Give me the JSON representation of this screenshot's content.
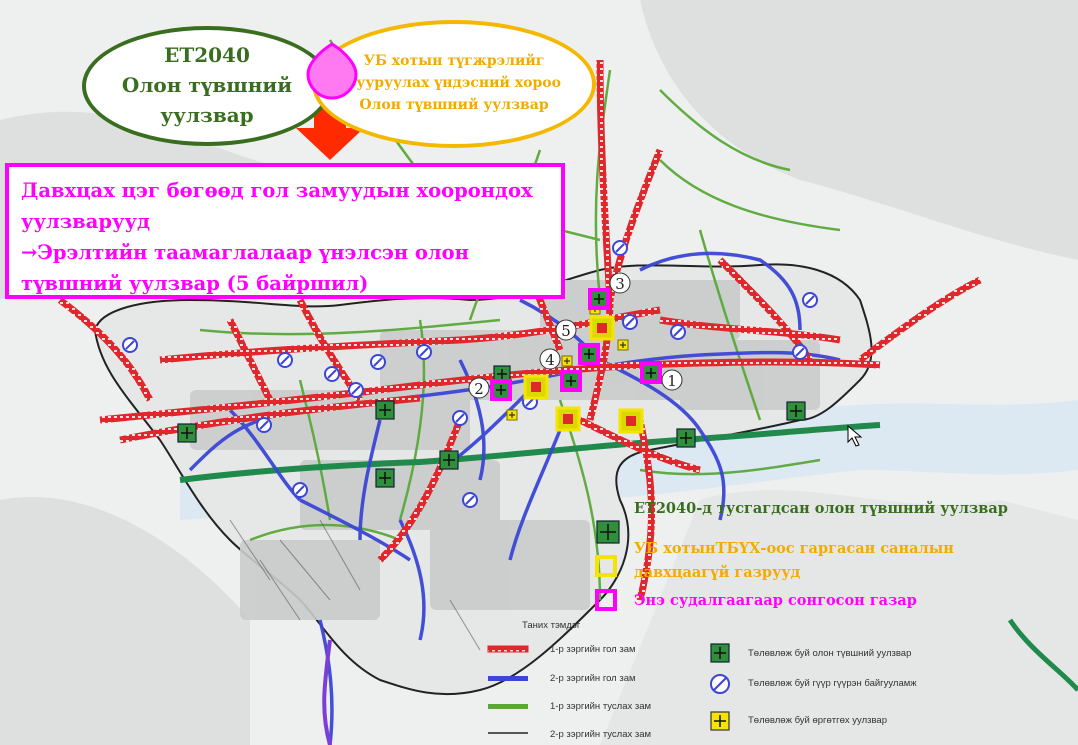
{
  "callout": {
    "et_lines": [
      "ЕТ2040",
      "Олон түвшний",
      "уулзвар"
    ],
    "ub_lines": [
      "УБ хотын түгжрэлийг",
      "бууруулах үндэсний хороо",
      "Олон түвшний уулзвар"
    ]
  },
  "title": {
    "lines": [
      "Давхцах цэг бөгөөд гол замуудын хоорондох",
      "уулзварууд",
      "→Эрэлтийн таамаглалаар үнэлсэн олон",
      "түвшний уулзвар  (5 байршил)"
    ]
  },
  "markers": [
    "1",
    "2",
    "3",
    "4",
    "5"
  ],
  "legend_main": {
    "item1": "ЕТ2040-д тусгагдсан олон түвшний уулзвар",
    "item2a": "УБ хотынТБҮХ-оос гаргасан саналын",
    "item2b": "давхцаагүй газрууд",
    "item3": "Энэ судалгаагаар сонгосон газар"
  },
  "legend": {
    "title": "Таних тэмдэг",
    "road1": "1-р зэргийн гол зам",
    "road2": "2-р зэргийн гол зам",
    "road3": "1-р зэргийн туслах зам",
    "road4": "2-р зэргийн туслах зам",
    "sym1": "Төлөвлөж буй олон түвшний уулзвар",
    "sym2": "Төлөвлөж буй гүүр гүүрэн байгууламж",
    "sym3": "Төлөвлөж буй өргөтгөх уулзвар"
  },
  "colors": {
    "road_primary": "#e0282c",
    "road_secondary": "#3b46d6",
    "road_aux": "#5aa83a",
    "river": "#1f8a4c",
    "magenta": "#ff00ff",
    "yellow": "#f5b800",
    "et_green": "#3a6e1f"
  },
  "icons": [
    "multi-level-interchange-icon",
    "bridge-icon",
    "expansion-junction-icon",
    "down-arrow-icon"
  ]
}
